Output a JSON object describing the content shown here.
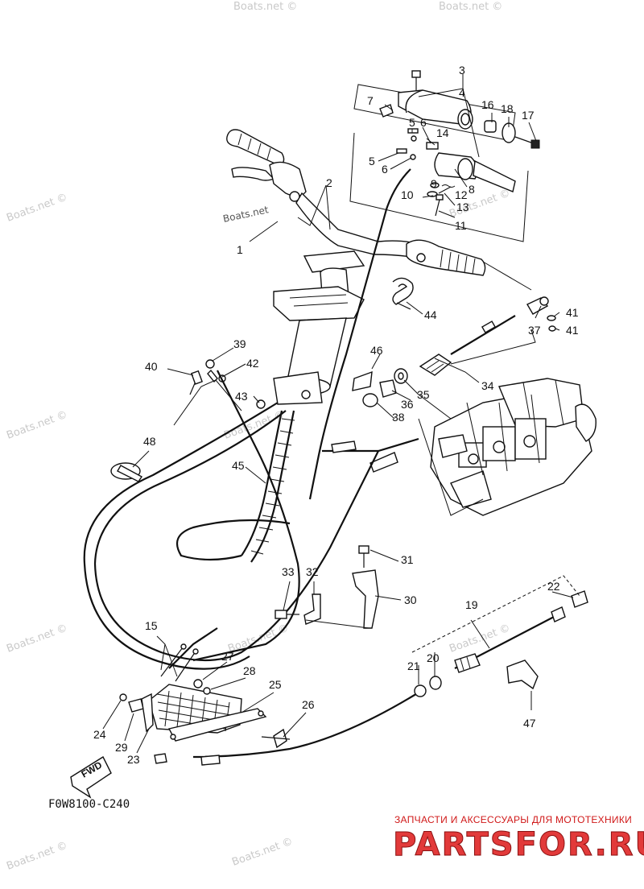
{
  "watermark_text": "Boats.net ©",
  "watermark_alt": "Boats.net",
  "drawing_code": "F0W8100-C240",
  "fwd_label": "FWD",
  "brand": {
    "tagline": "ЗАПЧАСТИ И АКСЕССУАРЫ ДЛЯ МОТОТЕХНИКИ",
    "logo_text": "PARTSFOR.RU",
    "color": "#e23a3a"
  },
  "callouts": {
    "n1": "1",
    "n2": "2",
    "n3": "3",
    "n4": "4",
    "n5a": "5",
    "n5b": "5",
    "n6a": "6",
    "n6b": "6",
    "n7": "7",
    "n8": "8",
    "n9": "9",
    "n10": "10",
    "n11": "11",
    "n12": "12",
    "n13": "13",
    "n14": "14",
    "n15": "15",
    "n16": "16",
    "n17": "17",
    "n18": "18",
    "n19": "19",
    "n20": "20",
    "n21": "21",
    "n22": "22",
    "n23": "23",
    "n24": "24",
    "n25": "25",
    "n26": "26",
    "n27": "27",
    "n28": "28",
    "n29": "29",
    "n30": "30",
    "n31": "31",
    "n32": "32",
    "n33": "33",
    "n34": "34",
    "n35": "35",
    "n36": "36",
    "n37": "37",
    "n38": "38",
    "n39": "39",
    "n40": "40",
    "n41a": "41",
    "n41b": "41",
    "n42": "42",
    "n43": "43",
    "n44": "44",
    "n45": "45",
    "n46": "46",
    "n47": "47",
    "n48": "48"
  }
}
